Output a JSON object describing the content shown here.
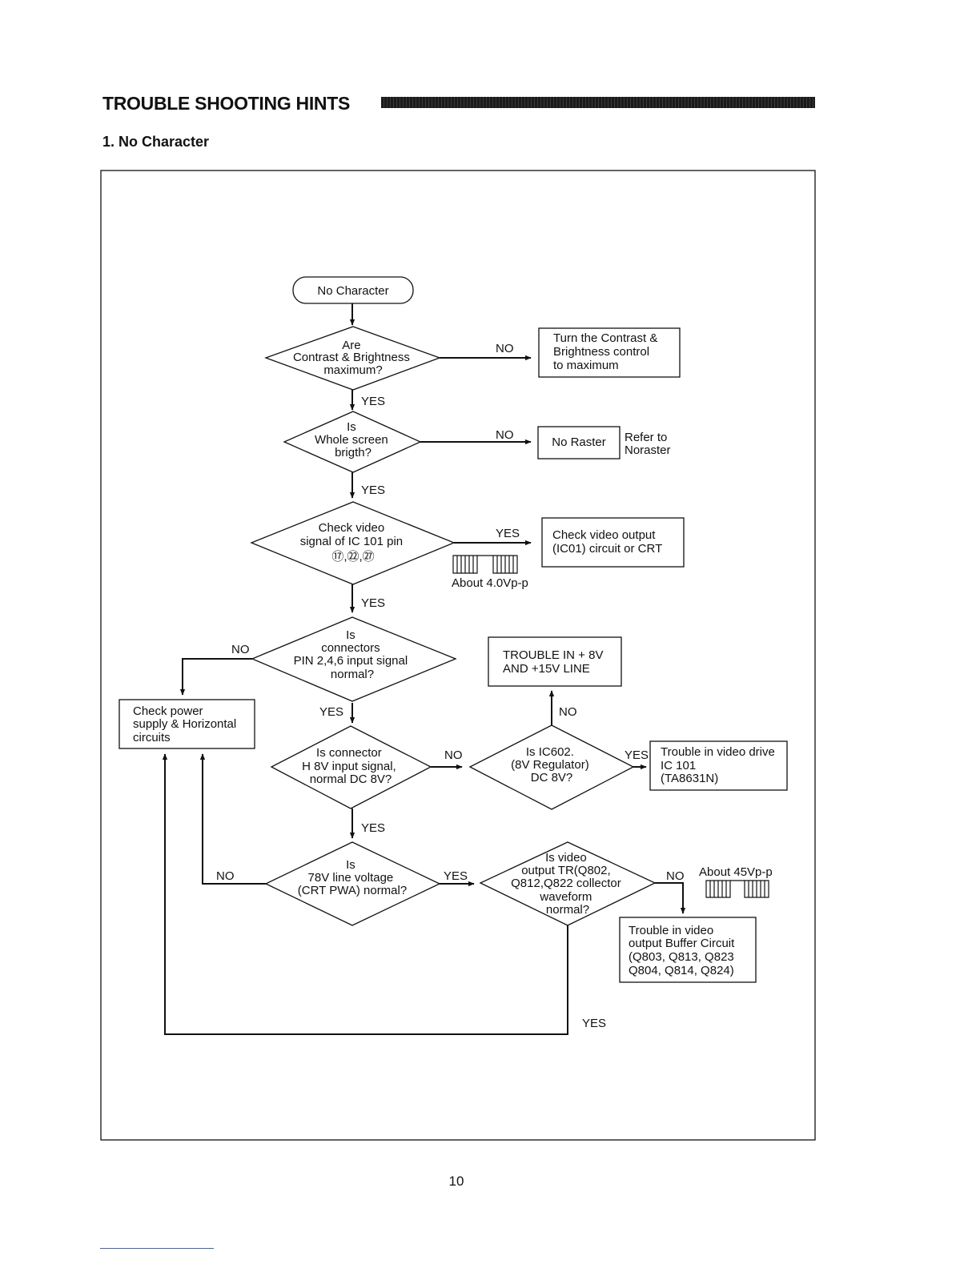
{
  "header": {
    "title": "TROUBLE SHOOTING HINTS",
    "section": "1. No Character"
  },
  "page_number": "10",
  "flowchart": {
    "start": "No Character",
    "d1": [
      "Are",
      "Contrast & Brightness",
      "maximum?"
    ],
    "b1": [
      "Turn the Contrast &",
      "Brightness control",
      "to maximum"
    ],
    "d2": [
      "Is",
      "Whole screen",
      "brigth?"
    ],
    "b2": "No Raster",
    "b2_note": [
      "Refer to",
      "Noraster"
    ],
    "d3": [
      "Check video",
      "signal of IC 101 pin",
      "⑰,㉒,㉗"
    ],
    "b3": [
      "Check video output",
      "(IC01) circuit or CRT"
    ],
    "wave1_label": "About 4.0Vp-p",
    "d4": [
      "Is",
      "connectors",
      "PIN 2,4,6 input signal",
      "normal?"
    ],
    "b4": [
      "TROUBLE IN + 8V",
      "AND +15V LINE"
    ],
    "b5": [
      "Check power",
      "supply & Horizontal",
      "circuits"
    ],
    "d5": [
      "Is connector",
      "H 8V input signal,",
      "normal DC 8V?"
    ],
    "d6": [
      "Is IC602.",
      "(8V Regulator)",
      "DC 8V?"
    ],
    "b6": [
      "Trouble in video drive",
      "IC 101",
      "(TA8631N)"
    ],
    "d7": [
      "Is",
      "78V line voltage",
      "(CRT PWA) normal?"
    ],
    "d8": [
      "Is video",
      "output TR(Q802,",
      "Q812,Q822 collector",
      "waveform",
      "normal?"
    ],
    "wave2_label": "About 45Vp-p",
    "b7": [
      "Trouble in video",
      "output Buffer Circuit",
      "(Q803, Q813, Q823",
      "Q804, Q814, Q824)"
    ],
    "labels": {
      "d1_no": "NO",
      "d1_yes": "YES",
      "d2_no": "NO",
      "d2_yes": "YES",
      "d3_yes_right": "YES",
      "d3_yes_down": "YES",
      "d4_no": "NO",
      "d4_yes": "YES",
      "d5_no": "NO",
      "d5_yes": "YES",
      "d6_no": "NO",
      "d6_yes": "YES",
      "d7_no": "NO",
      "d7_yes": "YES",
      "d8_no": "NO",
      "d8_yes": "YES"
    }
  }
}
